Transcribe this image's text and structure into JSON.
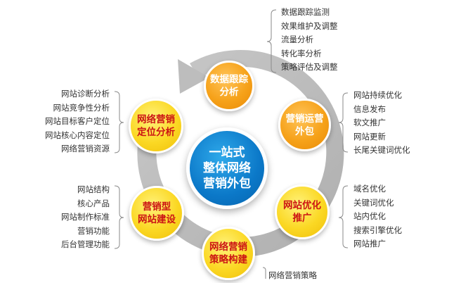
{
  "colors": {
    "ring": "#bdbdbd",
    "center_node": "#0b78c8",
    "orange_node": "#f6a21a",
    "yellow_node": "#fbd824",
    "yellow_node_text": "#cc1414",
    "list_text": "#333333"
  },
  "center": {
    "label": "一站式\n整体网络\n营销外包"
  },
  "nodes": [
    {
      "label": "数据跟踪\n分析"
    },
    {
      "label": "营销运营\n外包"
    },
    {
      "label": "网站优化\n推广"
    },
    {
      "label": "网络营销\n策略构建"
    },
    {
      "label": "营销型\n网站建设"
    },
    {
      "label": "网络营销\n定位分析"
    }
  ],
  "lists": {
    "data_tracking": [
      "数据跟踪监测",
      "效果维护及调整",
      "流量分析",
      "转化率分析",
      "策略评估及调整"
    ],
    "ops_outsourcing": [
      "网站持续优化",
      "信息发布",
      "软文推广",
      "网站更新",
      "长尾关键词优化"
    ],
    "website_optimization": [
      "域名优化",
      "关键词优化",
      "站内优化",
      "搜索引擎优化",
      "网站推广"
    ],
    "positioning_analysis": [
      "网站诊断分析",
      "网站竞争性分析",
      "网站目标客户定位",
      "网站核心内容定位",
      "网络营销资源"
    ],
    "site_building": [
      "网站结构",
      "核心产品",
      "网站制作标准",
      "营销功能",
      "后台管理功能"
    ],
    "strategy": [
      "网络营销策略"
    ]
  }
}
